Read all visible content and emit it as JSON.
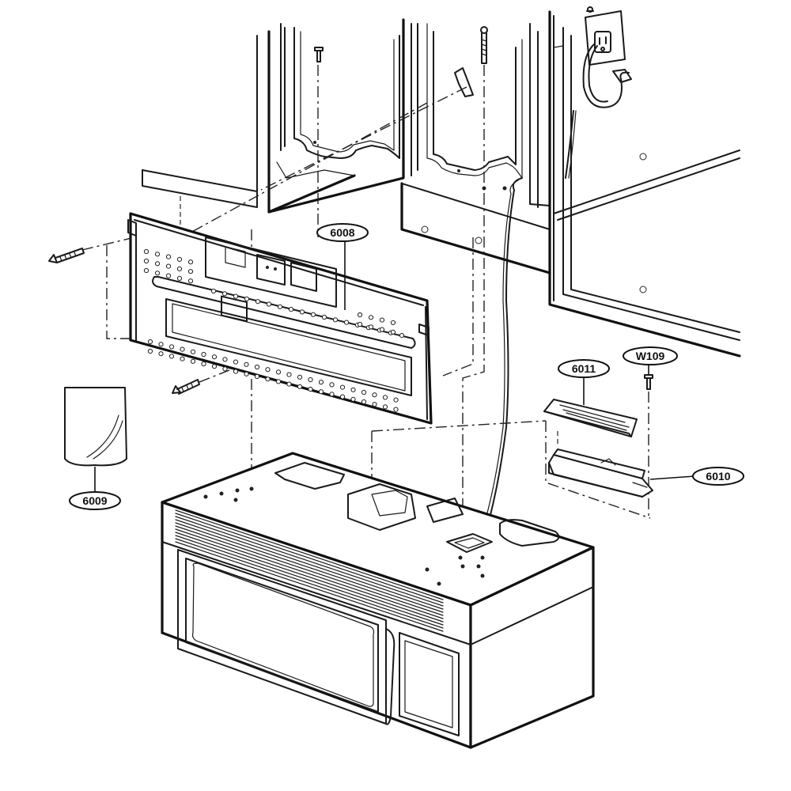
{
  "callouts": [
    {
      "id": "6008",
      "label": "6008"
    },
    {
      "id": "6009",
      "label": "6009"
    },
    {
      "id": "6010",
      "label": "6010"
    },
    {
      "id": "6011",
      "label": "6011"
    },
    {
      "id": "W109",
      "label": "W109"
    }
  ],
  "colors": {
    "line": "#1a1a1a",
    "background": "#ffffff"
  },
  "icons": [
    "wall-cabinet",
    "mounting-plate",
    "microwave-oven",
    "wall-outlet",
    "power-cord",
    "screw",
    "bolt",
    "filter",
    "damper-bracket",
    "instruction-bag"
  ]
}
